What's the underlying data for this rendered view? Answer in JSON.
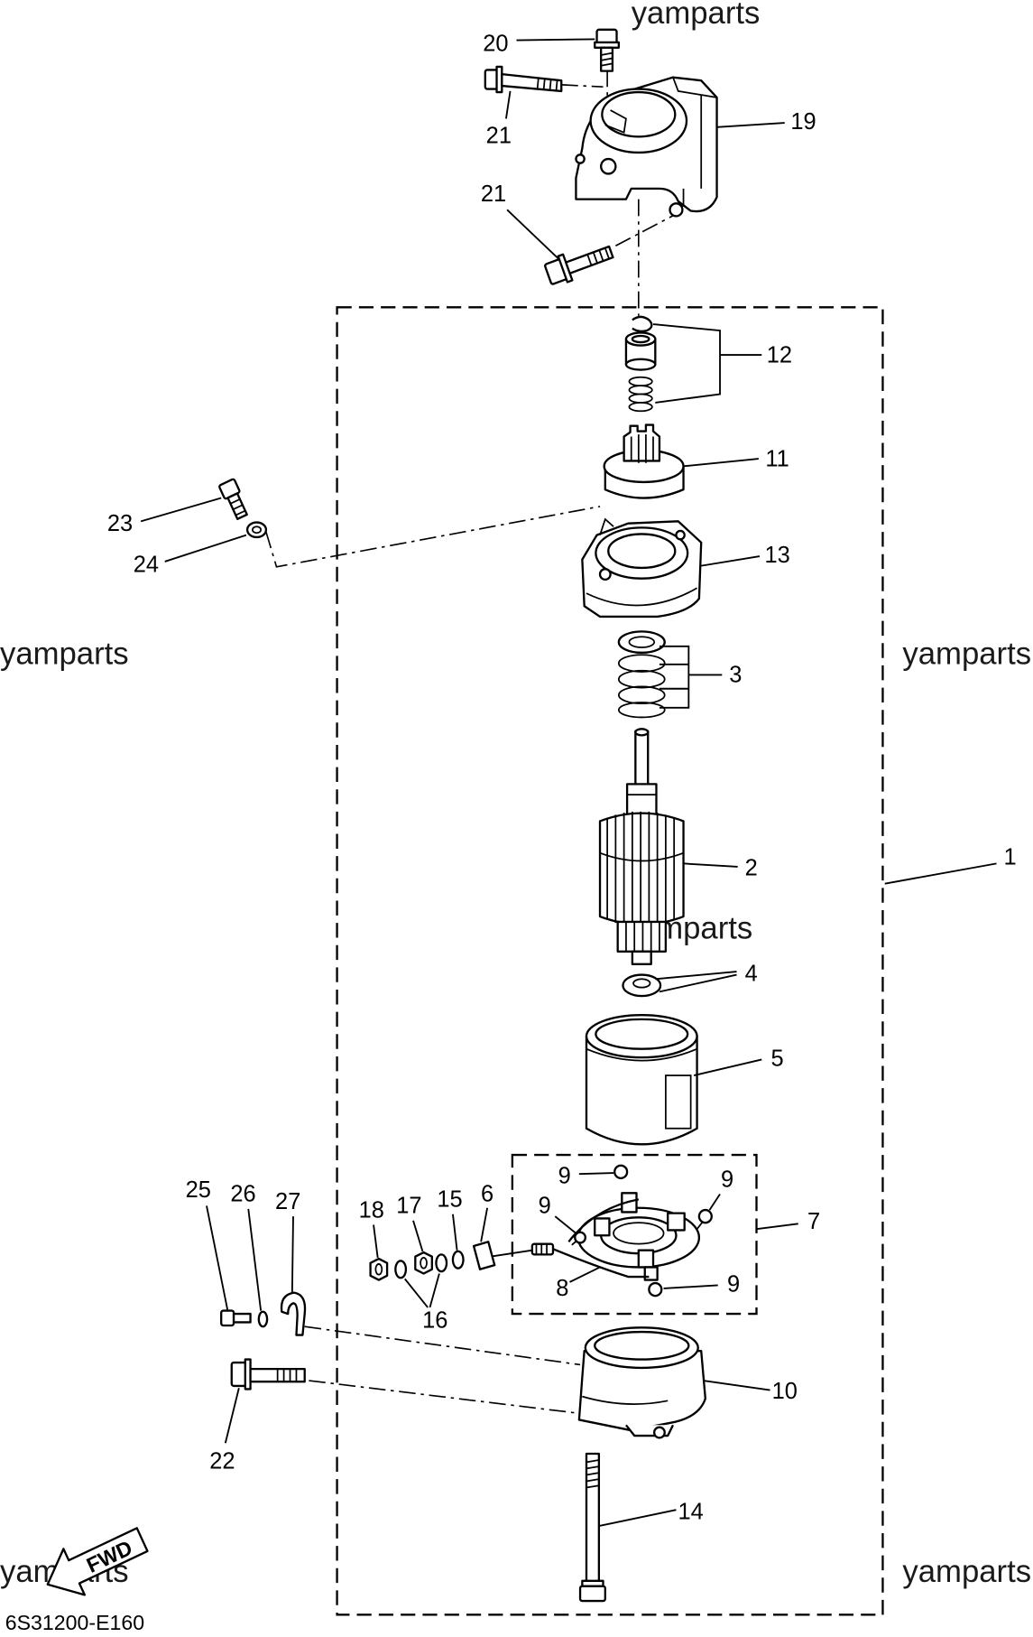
{
  "diagram": {
    "code": "6S31200-E160",
    "direction_label": "FWD"
  },
  "watermarks": [
    "yamparts",
    "yamparts",
    "yamparts",
    "yamparts",
    "yamparts",
    "yamparts"
  ],
  "callouts": [
    "20",
    "21",
    "19",
    "21",
    "12",
    "11",
    "23",
    "24",
    "13",
    "3",
    "2",
    "1",
    "4",
    "5",
    "9",
    "9",
    "9",
    "7",
    "18",
    "17",
    "15",
    "6",
    "9",
    "8",
    "16",
    "25",
    "26",
    "27",
    "10",
    "22",
    "14"
  ]
}
